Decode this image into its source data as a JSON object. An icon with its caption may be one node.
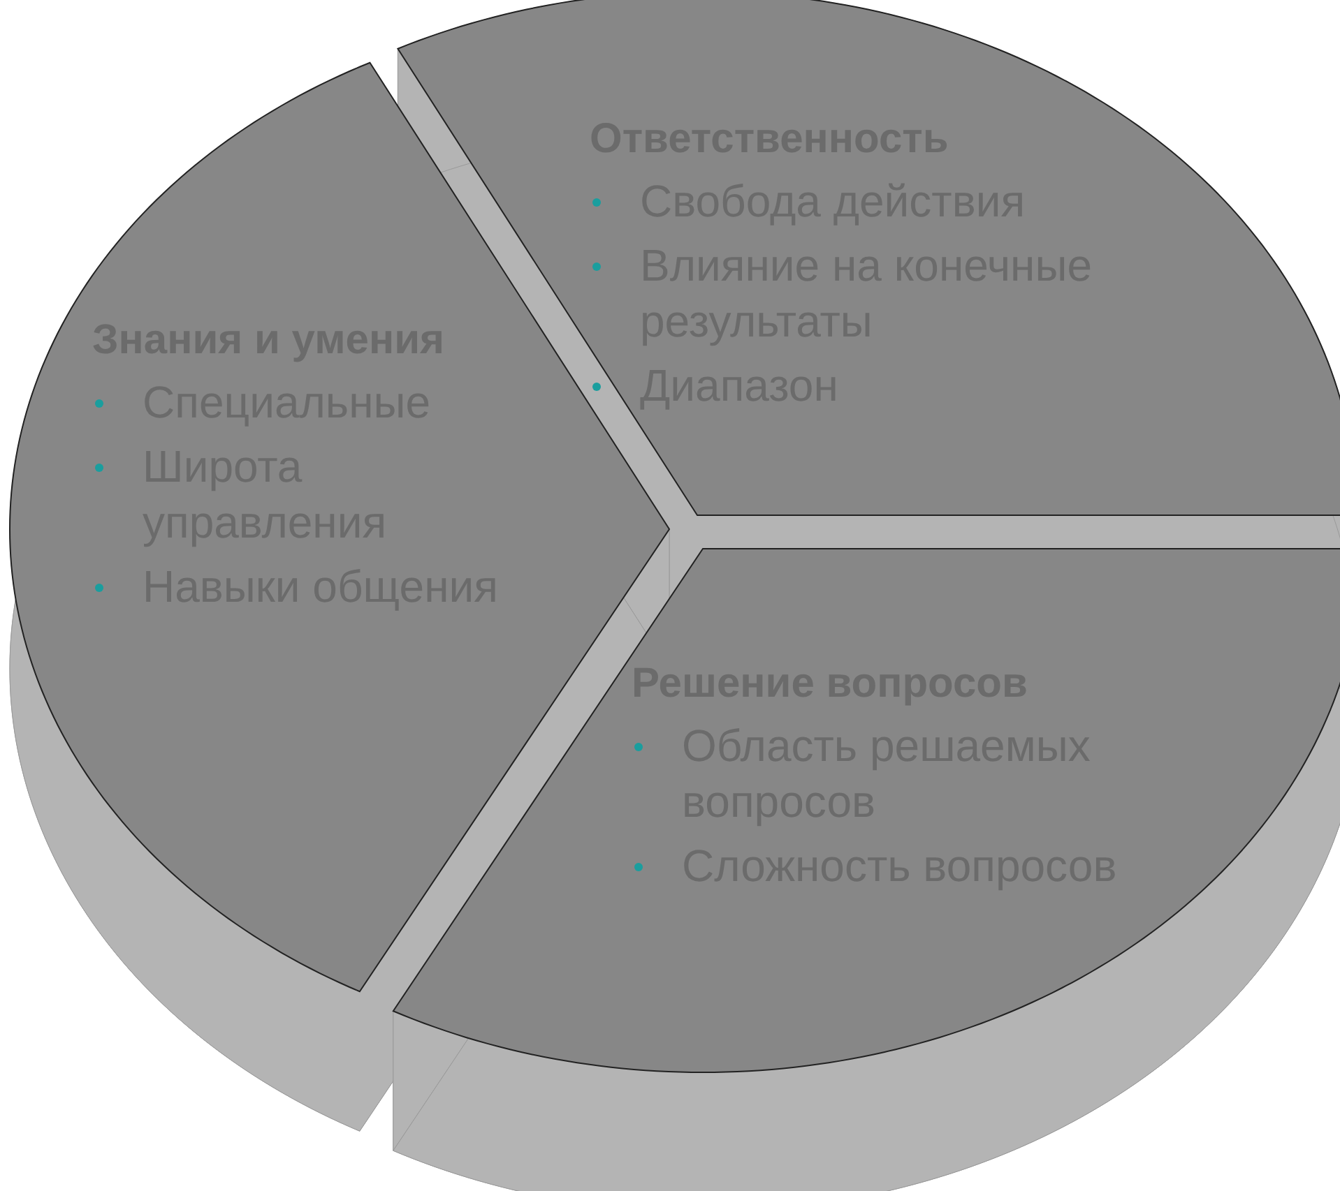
{
  "diagram": {
    "nodes": [
      {
        "text": [
          "Ответственность",
          "Свобода действия",
          "Влияние на конечные результаты",
          "Диапазон"
        ]
      },
      {
        "text": [
          "Знания и умения",
          "Специальные",
          "Широта управления",
          "Навыки общения"
        ]
      },
      {
        "text": [
          "Решение вопросов",
          "Область решаемых вопросов",
          "Сложность вопросов"
        ]
      }
    ]
  }
}
